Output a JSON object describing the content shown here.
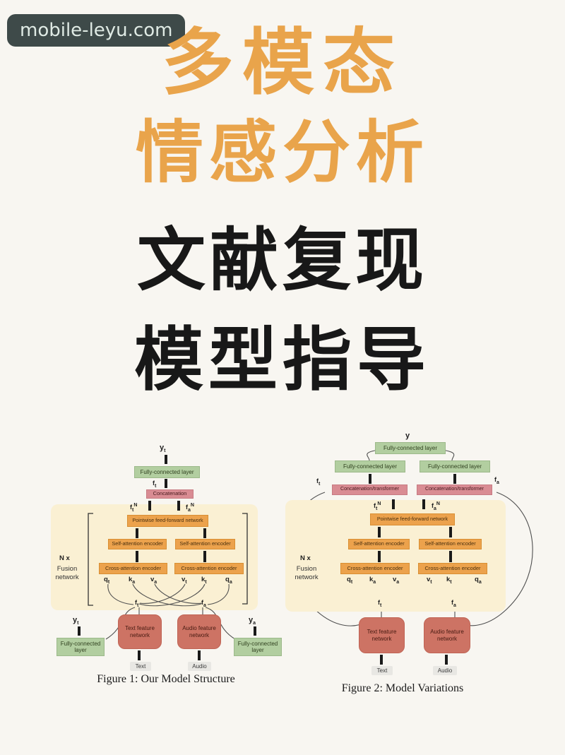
{
  "watermark": {
    "text": "mobile-leyu.com"
  },
  "title": {
    "lines": [
      {
        "text": "多模态",
        "color": "#e9a44b"
      },
      {
        "text": "情感分析",
        "color": "#e9a44b"
      },
      {
        "text": "文献复现",
        "color": "#181818"
      },
      {
        "text": "模型指导",
        "color": "#181818"
      }
    ]
  },
  "labels": {
    "fully_connected": "Fully-connected layer",
    "concatenation": "Concatenation",
    "concat_transformer": "Concatenation/transformer",
    "pointwise_ffn": "Pointwise feed-forward network",
    "self_attention": "Self-attention encoder",
    "cross_attention": "Cross-attention encoder",
    "text_feature": "Text feature network",
    "audio_feature": "Audio feature network",
    "text_input": "Text",
    "audio_input": "Audio",
    "n_times": "N x",
    "fusion": "Fusion",
    "network": "network"
  },
  "math": {
    "y": [
      "y",
      ""
    ],
    "yt": [
      "y",
      "t"
    ],
    "ya": [
      "y",
      "a"
    ],
    "ft": [
      "f",
      "t"
    ],
    "fa": [
      "f",
      "a"
    ],
    "ftN": [
      "f",
      "t",
      "N"
    ],
    "faN": [
      "f",
      "a",
      "N"
    ],
    "qt": [
      "q",
      "t"
    ],
    "ka": [
      "k",
      "a"
    ],
    "va": [
      "v",
      "a"
    ],
    "vt": [
      "v",
      "t"
    ],
    "kt": [
      "k",
      "t"
    ],
    "qa": [
      "q",
      "a"
    ]
  },
  "captions": {
    "fig1": "Figure 1: Our Model Structure",
    "fig2": "Figure 2: Model Variations"
  },
  "colors": {
    "page_bg": "#f8f6f1",
    "watermark_bg": "#3e4a49",
    "watermark_text": "#dfeae4",
    "title_orange": "#e9a44b",
    "title_black": "#181818",
    "green_box": "#b2cea0",
    "pink_box": "#d98c93",
    "orange_box": "#eca24c",
    "panel_cream": "#faf0d3",
    "salmon_box": "#cd7364",
    "gray_box": "#e8e7e3"
  }
}
